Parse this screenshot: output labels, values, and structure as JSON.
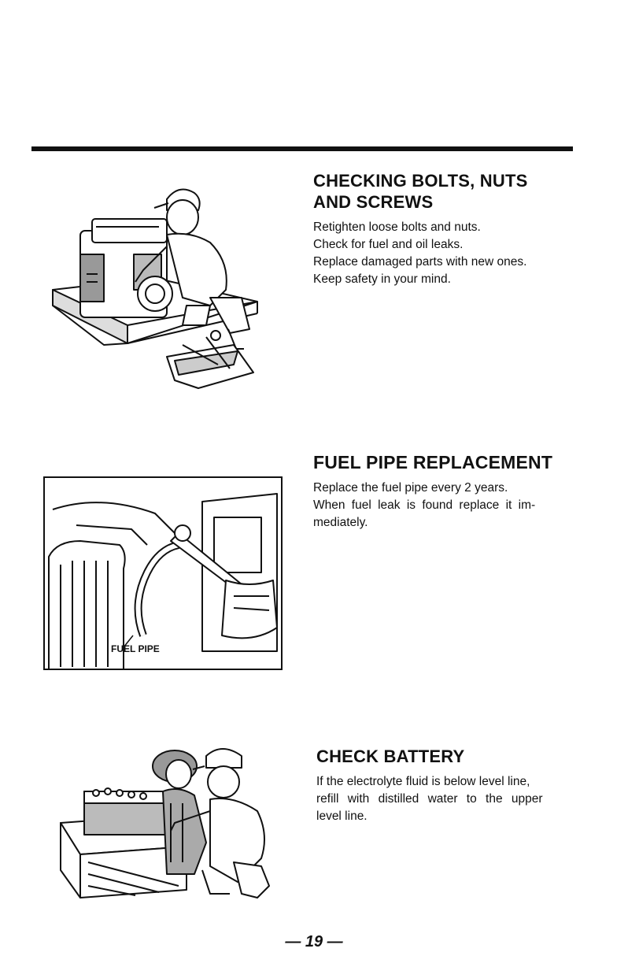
{
  "sections": [
    {
      "heading": [
        "CHECKING BOLTS, NUTS",
        "AND SCREWS"
      ],
      "lines": [
        "Retighten loose bolts and nuts.",
        "Check for fuel and oil leaks.",
        "Replace damaged parts with new ones.",
        "Keep safety in your mind."
      ]
    },
    {
      "heading": [
        "FUEL PIPE REPLACEMENT"
      ],
      "lines": [
        "Replace the fuel pipe every 2 years.",
        "When fuel leak is found replace it im-",
        "mediately."
      ]
    },
    {
      "heading": [
        "CHECK BATTERY"
      ],
      "lines": [
        "If the electrolyte fluid is below level line,",
        "refill with distilled water to the upper",
        "level line."
      ]
    }
  ],
  "illustrations": {
    "fuel_pipe_label": "FUEL PIPE"
  },
  "page_number": "— 19 —"
}
